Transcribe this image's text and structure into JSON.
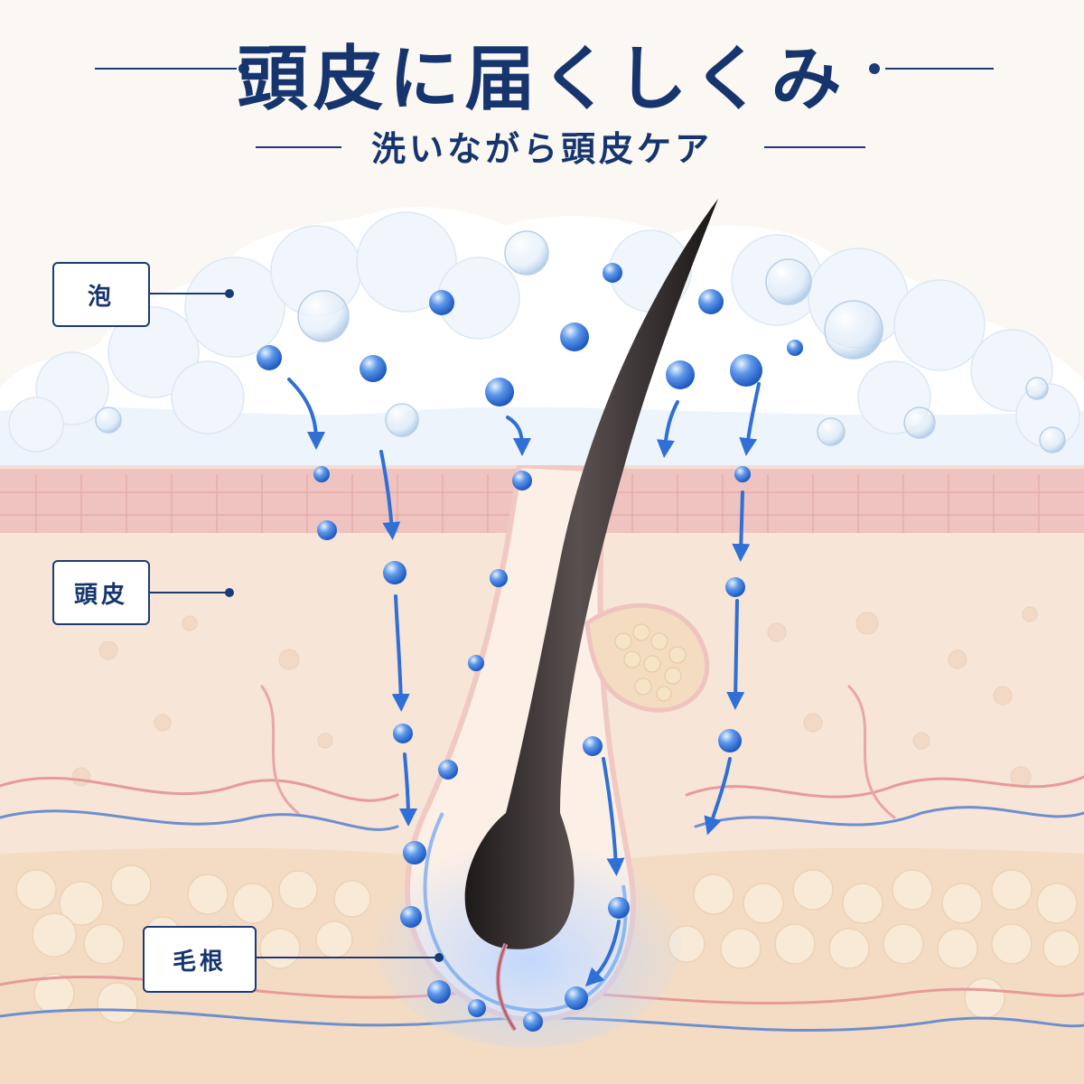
{
  "header": {
    "title": "頭皮に届くしくみ",
    "subtitle": "洗いながら頭皮ケア"
  },
  "labels": {
    "foam": "泡",
    "scalp": "頭皮",
    "root": "毛根"
  },
  "colors": {
    "navy": "#16356e",
    "droplet": "#2f6fd6",
    "skin": "#f6e3d6",
    "epidermis": "#efc3bf",
    "hair": "#2a2424",
    "foam": "#ffffff",
    "artery": "#e79a9a",
    "vein": "#6d8fcf"
  }
}
